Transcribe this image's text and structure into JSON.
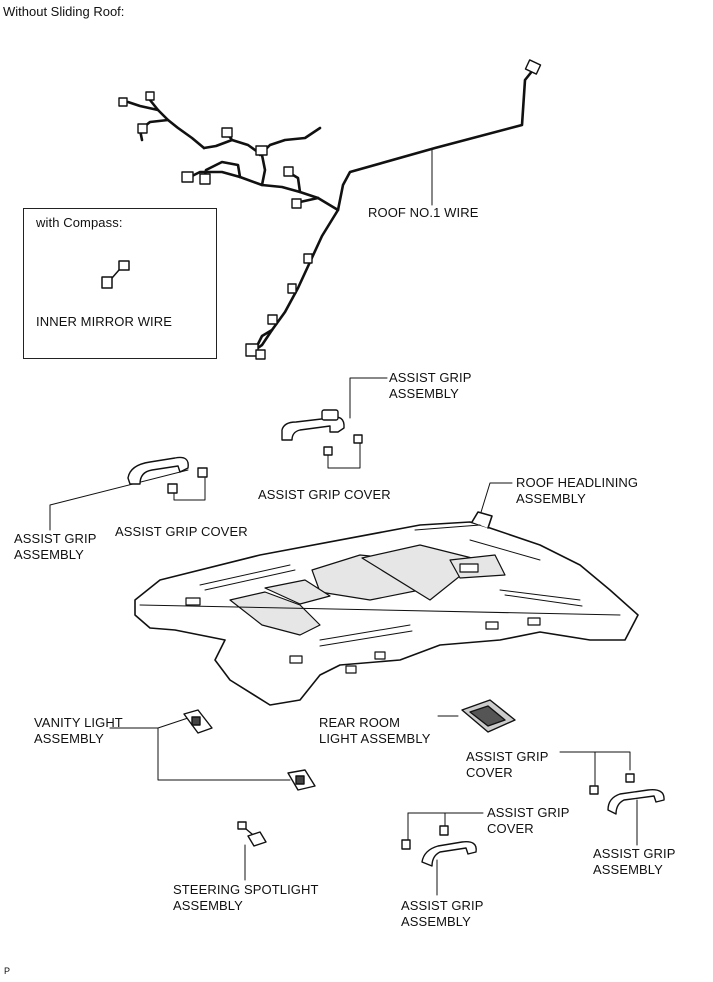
{
  "header": {
    "title": "Without Sliding Roof:",
    "footer_code": "P"
  },
  "inset": {
    "title": "with Compass:",
    "label": "INNER MIRROR WIRE"
  },
  "labels": {
    "roof_wire": "ROOF NO.1 WIRE",
    "assist_grip_top": "ASSIST GRIP\nASSEMBLY",
    "assist_grip_cover_top": "ASSIST GRIP COVER",
    "assist_grip_left": "ASSIST GRIP\nASSEMBLY",
    "assist_grip_cover_left": "ASSIST GRIP COVER",
    "roof_headlining": "ROOF HEADLINING\nASSEMBLY",
    "vanity_light": "VANITY LIGHT\nASSEMBLY",
    "rear_room_light": "REAR ROOM\nLIGHT ASSEMBLY",
    "assist_grip_cover_right": "ASSIST GRIP\nCOVER",
    "assist_grip_cover_mid": "ASSIST GRIP\nCOVER",
    "assist_grip_right": "ASSIST GRIP\nASSEMBLY",
    "steering_spotlight": "STEERING SPOTLIGHT\nASSEMBLY",
    "assist_grip_bottom": "ASSIST GRIP\nASSEMBLY"
  }
}
